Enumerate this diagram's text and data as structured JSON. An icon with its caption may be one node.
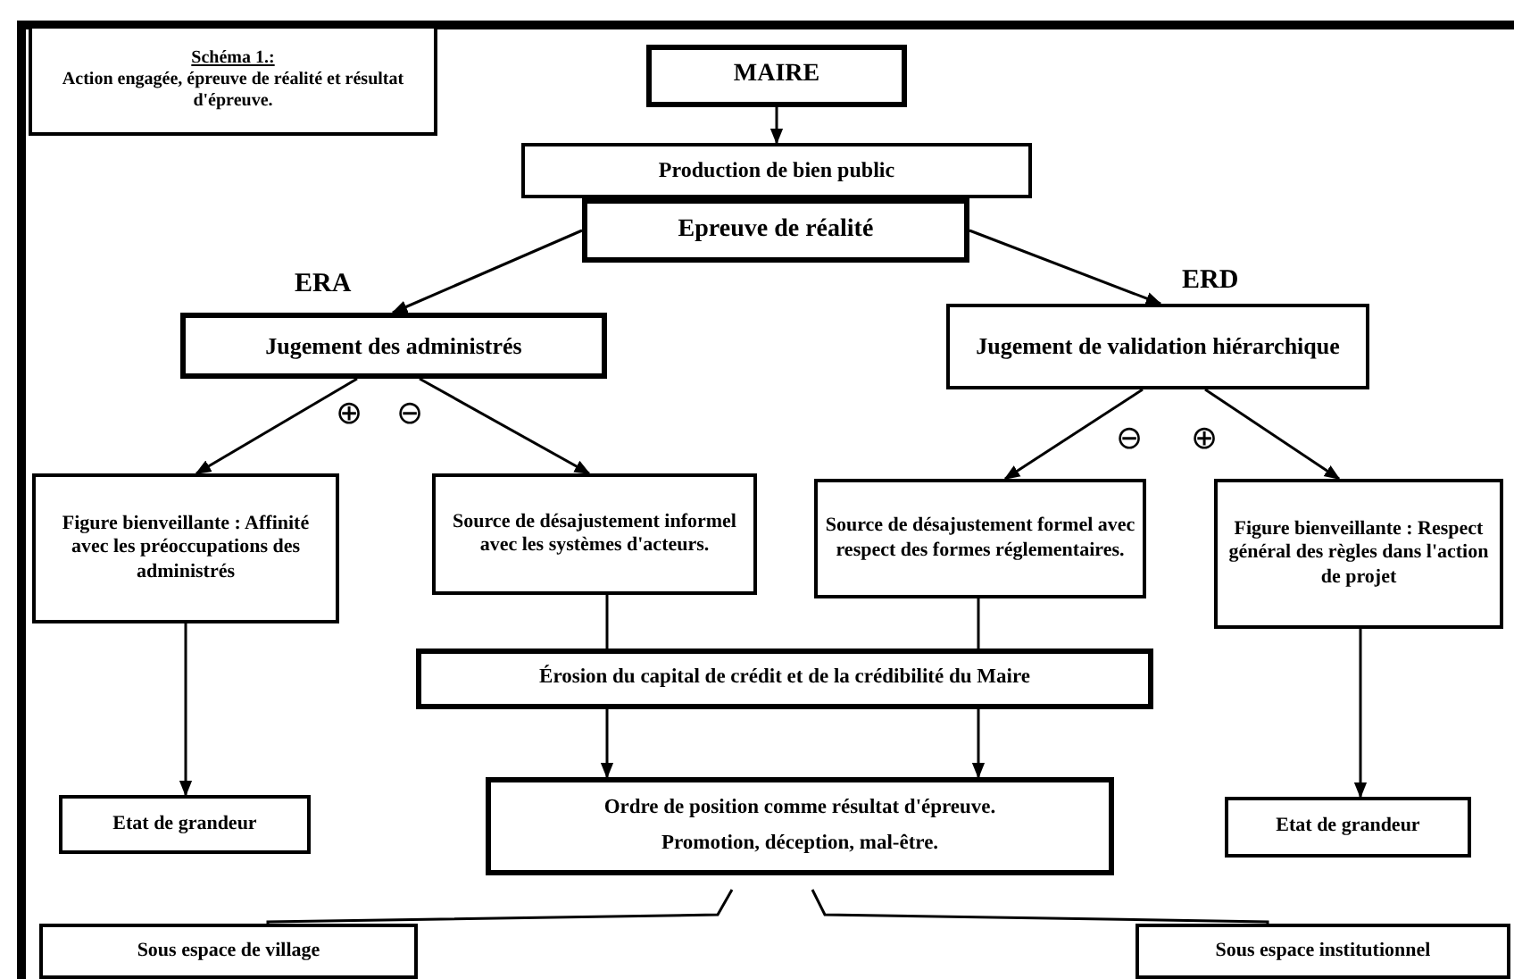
{
  "diagram": {
    "nodes": [
      {
        "text": [
          "Schéma 1.:",
          "Action engagée, épreuve de réalité et résultat d'épreuve."
        ]
      },
      {
        "text": [
          "MAIRE"
        ]
      },
      {
        "text": [
          "Production de bien public"
        ]
      },
      {
        "text": [
          "Epreuve de réalité"
        ]
      },
      {
        "text": [
          "Jugement des administrés"
        ]
      },
      {
        "text": [
          "Jugement de validation hiérarchique"
        ]
      },
      {
        "text": [
          "Figure bienveillante : Affinité avec les préoccupations des administrés"
        ]
      },
      {
        "text": [
          "Source de désajustement informel avec les systèmes d'acteurs."
        ]
      },
      {
        "text": [
          "Source de désajustement formel avec respect des formes réglementaires."
        ]
      },
      {
        "text": [
          "Figure bienveillante : Respect général des règles dans l'action de projet"
        ]
      },
      {
        "text": [
          "Érosion du capital de crédit et de la crédibilité du Maire"
        ]
      },
      {
        "text": [
          "Ordre de position comme résultat d'épreuve.",
          "Promotion, déception, mal-être."
        ]
      },
      {
        "text": [
          "Etat de grandeur"
        ]
      },
      {
        "text": [
          "Etat de grandeur"
        ]
      },
      {
        "text": [
          "Sous espace de village"
        ]
      },
      {
        "text": [
          "Sous espace institutionnel"
        ]
      }
    ],
    "edges": [
      {
        "from": 1,
        "to": 2,
        "arrow": "to"
      },
      {
        "from": 3,
        "to": 4,
        "arrow": "to"
      },
      {
        "from": 3,
        "to": 5,
        "arrow": "to"
      },
      {
        "from": 4,
        "to": 6,
        "arrow": "to"
      },
      {
        "from": 4,
        "to": 7,
        "arrow": "to"
      },
      {
        "from": 5,
        "to": 8,
        "arrow": "to"
      },
      {
        "from": 5,
        "to": 9,
        "arrow": "to"
      },
      {
        "from": 6,
        "to": 12,
        "arrow": "to"
      },
      {
        "from": 7,
        "to": 10,
        "arrow": "none"
      },
      {
        "from": 8,
        "to": 10,
        "arrow": "none"
      },
      {
        "from": 10,
        "to": 11,
        "arrow": "to"
      },
      {
        "from": 10,
        "to": 11,
        "arrow": "to"
      },
      {
        "from": 9,
        "to": 13,
        "arrow": "to"
      },
      {
        "from": 11,
        "to": 14,
        "arrow": "none"
      },
      {
        "from": 11,
        "to": 15,
        "arrow": "none"
      }
    ],
    "labels": [
      "ERA",
      "ERD",
      "⊕",
      "⊖",
      "⊖",
      "⊕"
    ]
  }
}
